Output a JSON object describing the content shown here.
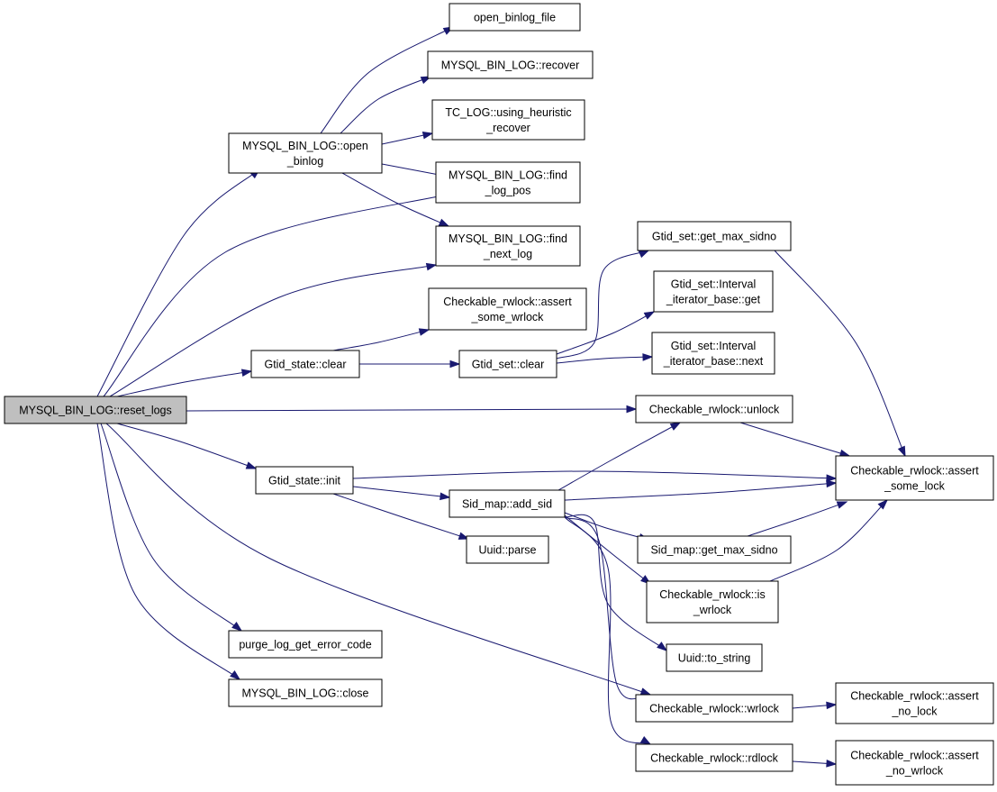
{
  "diagram": {
    "nodes": [
      {
        "id": "reset_logs",
        "lines": [
          "MYSQL_BIN_LOG::reset_logs"
        ],
        "root": true
      },
      {
        "id": "open_binlog",
        "lines": [
          "MYSQL_BIN_LOG::open",
          "_binlog"
        ]
      },
      {
        "id": "open_binlog_file",
        "lines": [
          "open_binlog_file"
        ]
      },
      {
        "id": "recover",
        "lines": [
          "MYSQL_BIN_LOG::recover"
        ]
      },
      {
        "id": "using_heuristic_recover",
        "lines": [
          "TC_LOG::using_heuristic",
          "_recover"
        ]
      },
      {
        "id": "find_log_pos",
        "lines": [
          "MYSQL_BIN_LOG::find",
          "_log_pos"
        ]
      },
      {
        "id": "find_next_log",
        "lines": [
          "MYSQL_BIN_LOG::find",
          "_next_log"
        ]
      },
      {
        "id": "assert_some_wrlock",
        "lines": [
          "Checkable_rwlock::assert",
          "_some_wrlock"
        ]
      },
      {
        "id": "gtid_state_clear",
        "lines": [
          "Gtid_state::clear"
        ]
      },
      {
        "id": "gtid_set_clear",
        "lines": [
          "Gtid_set::clear"
        ]
      },
      {
        "id": "get_max_sidno",
        "lines": [
          "Gtid_set::get_max_sidno"
        ]
      },
      {
        "id": "interval_get",
        "lines": [
          "Gtid_set::Interval",
          "_iterator_base::get"
        ]
      },
      {
        "id": "interval_next",
        "lines": [
          "Gtid_set::Interval",
          "_iterator_base::next"
        ]
      },
      {
        "id": "unlock",
        "lines": [
          "Checkable_rwlock::unlock"
        ]
      },
      {
        "id": "assert_some_lock",
        "lines": [
          "Checkable_rwlock::assert",
          "_some_lock"
        ]
      },
      {
        "id": "gtid_state_init",
        "lines": [
          "Gtid_state::init"
        ]
      },
      {
        "id": "add_sid",
        "lines": [
          "Sid_map::add_sid"
        ]
      },
      {
        "id": "uuid_parse",
        "lines": [
          "Uuid::parse"
        ]
      },
      {
        "id": "sid_map_get_max_sidno",
        "lines": [
          "Sid_map::get_max_sidno"
        ]
      },
      {
        "id": "is_wrlock",
        "lines": [
          "Checkable_rwlock::is",
          "_wrlock"
        ]
      },
      {
        "id": "uuid_to_string",
        "lines": [
          "Uuid::to_string"
        ]
      },
      {
        "id": "purge_log_get_error_code",
        "lines": [
          "purge_log_get_error_code"
        ]
      },
      {
        "id": "close",
        "lines": [
          "MYSQL_BIN_LOG::close"
        ]
      },
      {
        "id": "wrlock",
        "lines": [
          "Checkable_rwlock::wrlock"
        ]
      },
      {
        "id": "assert_no_lock",
        "lines": [
          "Checkable_rwlock::assert",
          "_no_lock"
        ]
      },
      {
        "id": "rdlock",
        "lines": [
          "Checkable_rwlock::rdlock"
        ]
      },
      {
        "id": "assert_no_wrlock",
        "lines": [
          "Checkable_rwlock::assert",
          "_no_wrlock"
        ]
      }
    ],
    "edges": [
      [
        "reset_logs",
        "open_binlog"
      ],
      [
        "reset_logs",
        "find_log_pos"
      ],
      [
        "reset_logs",
        "find_next_log"
      ],
      [
        "reset_logs",
        "gtid_state_clear"
      ],
      [
        "reset_logs",
        "unlock"
      ],
      [
        "reset_logs",
        "gtid_state_init"
      ],
      [
        "reset_logs",
        "purge_log_get_error_code"
      ],
      [
        "reset_logs",
        "close"
      ],
      [
        "reset_logs",
        "wrlock"
      ],
      [
        "open_binlog",
        "open_binlog_file"
      ],
      [
        "open_binlog",
        "recover"
      ],
      [
        "open_binlog",
        "using_heuristic_recover"
      ],
      [
        "open_binlog",
        "find_log_pos"
      ],
      [
        "open_binlog",
        "find_next_log"
      ],
      [
        "gtid_state_clear",
        "assert_some_wrlock"
      ],
      [
        "gtid_state_clear",
        "gtid_set_clear"
      ],
      [
        "gtid_set_clear",
        "get_max_sidno"
      ],
      [
        "gtid_set_clear",
        "interval_get"
      ],
      [
        "gtid_set_clear",
        "interval_next"
      ],
      [
        "get_max_sidno",
        "assert_some_lock"
      ],
      [
        "unlock",
        "assert_some_lock"
      ],
      [
        "gtid_state_init",
        "assert_some_lock"
      ],
      [
        "gtid_state_init",
        "add_sid"
      ],
      [
        "gtid_state_init",
        "uuid_parse"
      ],
      [
        "add_sid",
        "unlock"
      ],
      [
        "add_sid",
        "assert_some_lock"
      ],
      [
        "add_sid",
        "sid_map_get_max_sidno"
      ],
      [
        "add_sid",
        "is_wrlock"
      ],
      [
        "add_sid",
        "uuid_to_string"
      ],
      [
        "add_sid",
        "wrlock"
      ],
      [
        "add_sid",
        "rdlock"
      ],
      [
        "sid_map_get_max_sidno",
        "assert_some_lock"
      ],
      [
        "is_wrlock",
        "assert_some_lock"
      ],
      [
        "wrlock",
        "assert_no_lock"
      ],
      [
        "rdlock",
        "assert_no_wrlock"
      ]
    ]
  }
}
